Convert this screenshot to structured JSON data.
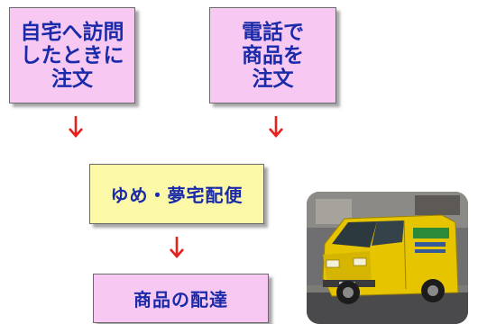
{
  "boxes": {
    "visit": {
      "lines": [
        "自宅へ訪問",
        "したときに",
        "注文"
      ]
    },
    "phone": {
      "lines": [
        "電話で",
        "商品を",
        "注文"
      ]
    },
    "yume": {
      "label": "ゆめ・夢宅配便"
    },
    "delivery": {
      "label": "商品の配達"
    }
  },
  "colors": {
    "input_box": "#f6c8f2",
    "service_box": "#fbf8a8",
    "text": "#1a2aa8",
    "arrow": "#e8201c",
    "van_body": "#e6c400"
  },
  "icons": {
    "arrow": "down-arrow-icon",
    "photo": "delivery-van-photo"
  }
}
